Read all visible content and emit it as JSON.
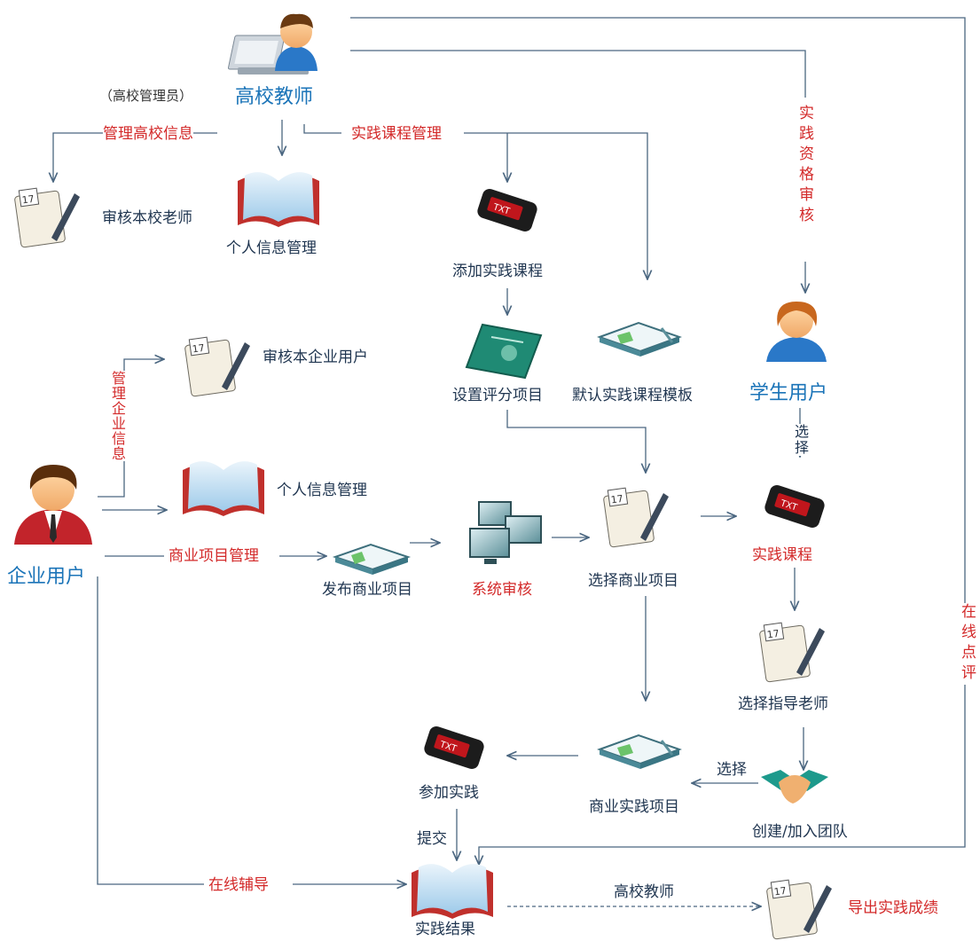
{
  "nodes": {
    "teacher": "高校教师",
    "teacher_note": "（高校管理员）",
    "manage_school_info": "管理高校信息",
    "review_teachers": "审核本校老师",
    "personal_info_teacher": "个人信息管理",
    "course_management": "实践课程管理",
    "add_course": "添加实践课程",
    "set_scoring": "设置评分项目",
    "default_template": "默认实践课程模板",
    "qualification_review": "实践资格审核",
    "student": "学生用户",
    "choose": "选择",
    "review_enterprise_users": "审核本企业用户",
    "manage_enterprise_info": "管理企业信息",
    "personal_info_enterprise": "个人信息管理",
    "enterprise": "企业用户",
    "business_project_mgmt": "商业项目管理",
    "publish_project": "发布商业项目",
    "system_review": "系统审核",
    "select_business_project": "选择商业项目",
    "practice_course": "实践课程",
    "select_mentor": "选择指导老师",
    "online_review": "在线点评",
    "create_join_team": "创建/加入团队",
    "select": "选择",
    "business_practice_project": "商业实践项目",
    "join_practice": "参加实践",
    "submit": "提交",
    "online_tutoring": "在线辅导",
    "practice_result": "实践结果",
    "teacher_bottom": "高校教师",
    "export_scores": "导出实践成绩"
  },
  "colors": {
    "text": "#1f3550",
    "accent_red": "#d32a2a",
    "role_blue": "#1b74b8",
    "arrow": "#4a6680"
  },
  "icons": {
    "teacher": "teacher-laptop-icon",
    "enterprise": "businessman-icon",
    "student": "student-icon",
    "calendar_pen": "calendar-pen-icon",
    "open_book": "open-book-icon",
    "txt_device": "txt-device-icon",
    "green_doc": "green-document-icon",
    "monitors": "computer-monitors-icon",
    "handshake": "handshake-icon"
  }
}
